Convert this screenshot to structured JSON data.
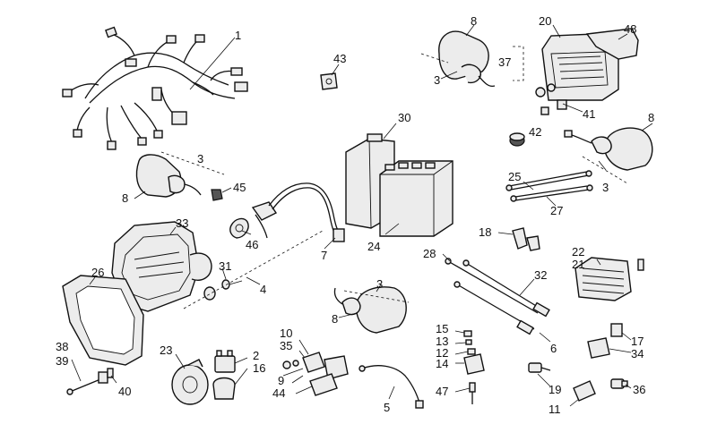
{
  "callouts": {
    "n1": "1",
    "n2": "2",
    "n3a": "3",
    "n3b": "3",
    "n3c": "3",
    "n3d": "3",
    "n4": "4",
    "n5": "5",
    "n6": "6",
    "n7": "7",
    "n8a": "8",
    "n8b": "8",
    "n8c": "8",
    "n8d": "8",
    "n9": "9",
    "n10": "10",
    "n11": "11",
    "n12": "12",
    "n13": "13",
    "n14": "14",
    "n15": "15",
    "n16": "16",
    "n17": "17",
    "n18": "18",
    "n19": "19",
    "n20": "20",
    "n21": "21",
    "n22": "22",
    "n23": "23",
    "n24": "24",
    "n25": "25",
    "n26": "26",
    "n27": "27",
    "n28": "28",
    "n30": "30",
    "n31": "31",
    "n32": "32",
    "n33": "33",
    "n34": "34",
    "n35": "35",
    "n36": "36",
    "n37": "37",
    "n38": "38",
    "n39": "39",
    "n40": "40",
    "n41": "41",
    "n42": "42",
    "n43": "43",
    "n44": "44",
    "n45": "45",
    "n46": "46",
    "n47": "47",
    "n48": "48"
  }
}
